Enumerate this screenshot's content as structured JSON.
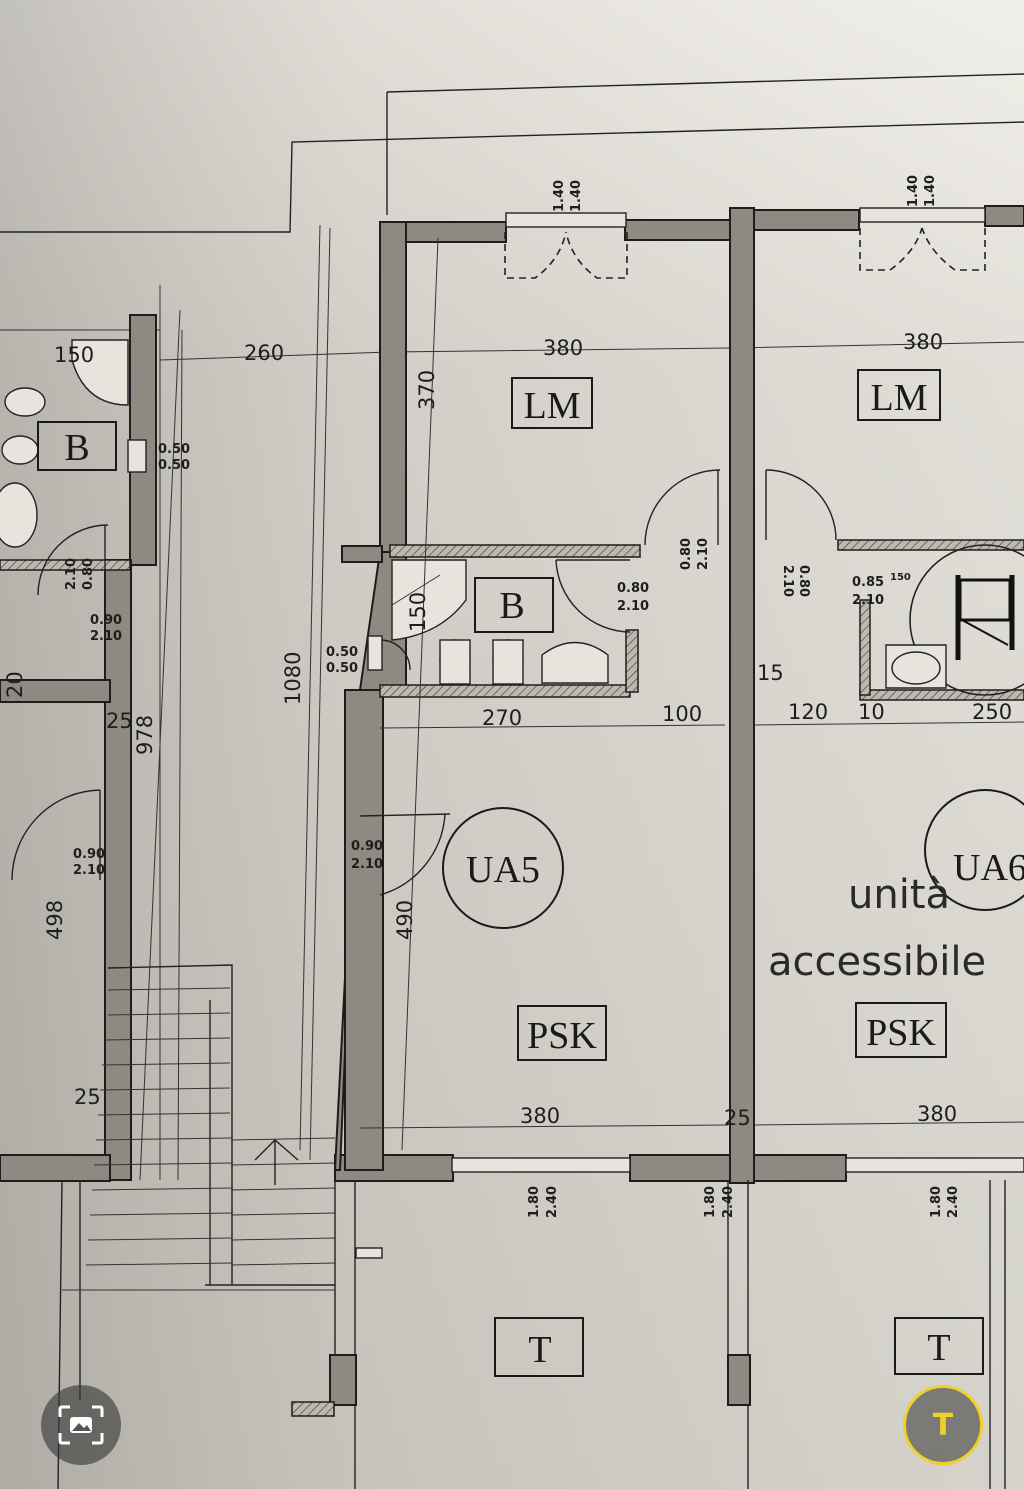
{
  "rooms": {
    "lm_left": "LM",
    "lm_right": "LM",
    "b_left": "B",
    "b_center": "B",
    "ua5": "UA5",
    "ua6": "UA6",
    "psk_left": "PSK",
    "psk_right": "PSK",
    "t_left": "T",
    "t_right": "T"
  },
  "notes": {
    "unita": "unità",
    "accessibile": "accessibile"
  },
  "dimensions": {
    "d150_top": "150",
    "d260": "260",
    "d380_lm_left": "380",
    "d380_lm_right": "380",
    "d370": "370",
    "d1080": "1080",
    "d978": "978",
    "d498": "498",
    "d150_bath": "150",
    "d270": "270",
    "d100": "100",
    "d15": "15",
    "d120": "120",
    "d10": "10",
    "d250": "250",
    "d490": "490",
    "d380_psk_left": "380",
    "d380_psk_right": "380",
    "d25_mid": "25",
    "d25_a": "25",
    "d25_b": "25",
    "d20_a": "20"
  },
  "openings": {
    "win_top_left_a": "1.40",
    "win_top_left_b": "1.40",
    "win_top_right_a": "1.40",
    "win_top_right_b": "1.40",
    "left_050_a": "0.50",
    "left_050_b": "0.50",
    "left_080_a": "0.80",
    "left_080_b": "2.10",
    "left_090_a": "0.90",
    "left_090_b": "2.10",
    "left_090b_a": "0.90",
    "left_090b_b": "2.10",
    "door_080v_a": "0.80",
    "door_080v_b": "2.10",
    "door_080_a": "0.80",
    "door_080_b": "2.10",
    "door_080vr_a": "0.80",
    "door_080vr_b": "2.10",
    "door_085_a": "0.85",
    "door_085_sup": "150",
    "door_085_b": "2.10",
    "vent_050_a": "0.50",
    "vent_050_b": "0.50",
    "door_ua5_a": "0.90",
    "door_ua5_b": "2.10",
    "win_bot_1_a": "1.80",
    "win_bot_1_b": "2.40",
    "win_bot_2_a": "1.80",
    "win_bot_2_b": "2.40",
    "win_bot_3_a": "1.80",
    "win_bot_3_b": "2.40"
  },
  "ui": {
    "right_button_label": "T"
  }
}
